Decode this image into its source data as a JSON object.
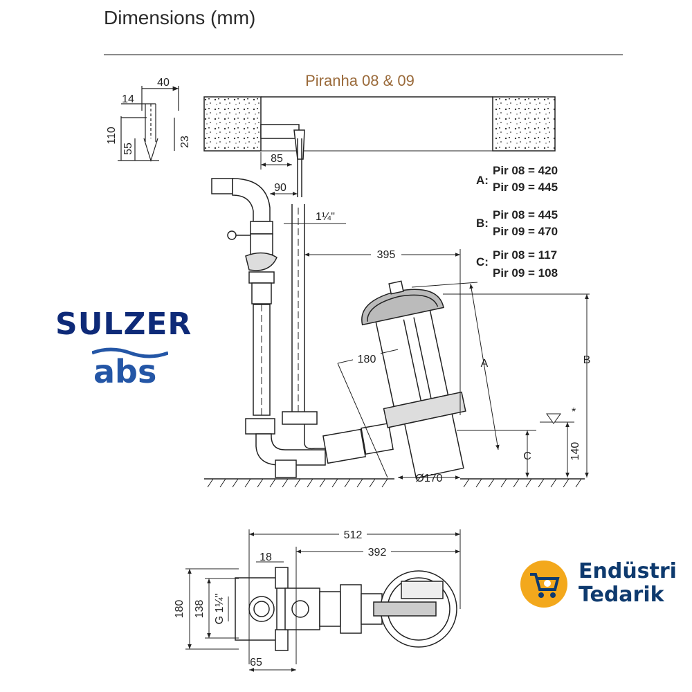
{
  "header": {
    "title": "Dimensions (mm)"
  },
  "model": "Piranha 08 & 09",
  "dimensions": {
    "d40": "40",
    "d14": "14",
    "d110": "110",
    "d55": "55",
    "d23": "23",
    "d85": "85",
    "d90": "90",
    "d114": "1¼\"",
    "d395": "395",
    "d180": "180",
    "d170": "Ø170",
    "d140": "140",
    "d512": "512",
    "d392": "392",
    "d18": "18",
    "d180b": "180",
    "d138": "138",
    "dG": "G 1¼\"",
    "d65": "65",
    "A": "A",
    "B": "B",
    "C": "C",
    "star": "*"
  },
  "legend": [
    {
      "letter": "A:",
      "line1": "Pir 08 = 420",
      "line2": "Pir 09 = 445"
    },
    {
      "letter": "B:",
      "line1": "Pir 08 = 445",
      "line2": "Pir 09 = 470"
    },
    {
      "letter": "C:",
      "line1": "Pir 08 = 117",
      "line2": "Pir 09 = 108"
    }
  ],
  "brand": {
    "name": "SULZER",
    "sub": "abs"
  },
  "shop": {
    "line1": "Endüstri",
    "line2": "Tedarik"
  },
  "colors": {
    "sulzer": "#0e2a78",
    "abs": "#2456a6",
    "shop_circle": "#f3a81c",
    "shop_text": "#0e3a6e",
    "model": "#9a6a3a"
  }
}
